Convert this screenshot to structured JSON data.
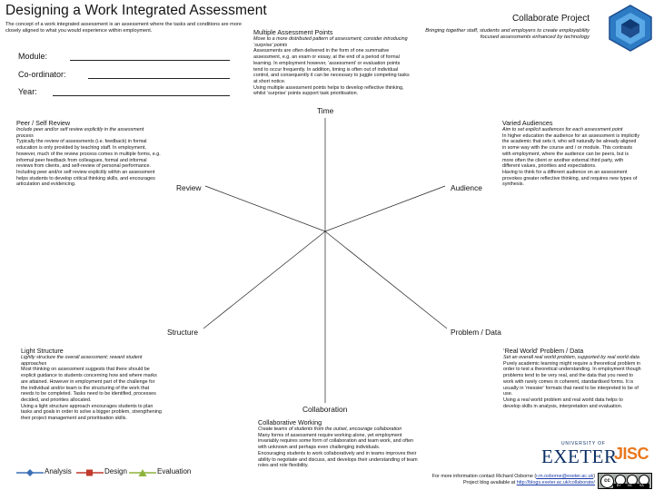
{
  "header": {
    "title": "Designing a Work Integrated Assessment",
    "intro": "The concept of a work integrated assessment is an assessment where the tasks and conditions are more closely aligned to what you would experience within employment."
  },
  "form": {
    "module_label": "Module:",
    "coordinator_label": "Co-ordinator:",
    "year_label": "Year:"
  },
  "project": {
    "title": "Collaborate Project",
    "subtitle": "Bringing together staff, students and employers to create employability focused assessments enhanced by technology"
  },
  "axes": {
    "time": "Time",
    "audience": "Audience",
    "problem_data": "Problem / Data",
    "collaboration": "Collaboration",
    "structure": "Structure",
    "review": "Review"
  },
  "boxes": {
    "multiple": {
      "title": "Multiple Assessment Points",
      "subtitle": "Move to a more distributed pattern of assessment; consider introducing ‘surprise’ points",
      "body": "Assessments are often delivered in the form of one summative assessment, e.g. an exam or essay, at the end of a period of formal learning. In employment however, ‘assessment’ or evaluation points tend to occur frequently. In addition, timing is often out of individual control, and consequently it can be necessary to juggle competing tasks at short notice.\nUsing multiple assessment points helps to develop reflective thinking, whilst ‘surprise’ points support task prioritisation."
    },
    "peer": {
      "title": "Peer / Self Review",
      "subtitle": "Include peer and/or self review explicitly in the assessment process",
      "body": "Typically the review of assessments (i.e. feedback) in formal education is only provided by teaching staff. In employment, however, much of the review process comes in multiple forms, e.g. informal peer feedback from colleagues, formal and informal reviews from clients, and self-review of personal performance.\nIncluding peer and/or self review explicitly within an assessment helps students to develop critical thinking skills, and encourages articulation and evidencing."
    },
    "varied": {
      "title": "Varied Audiences",
      "subtitle": "Aim to set explicit audiences for each assessment point",
      "body": "In higher education the audience for an assessment is implicitly the academic that sets it, who will naturally be already aligned in some way with the course and / or module. This contrasts with employment, where the audience can be peers, but is more often the client or another external third party, with different values, priorities and expectations.\nHaving to think for a different audience on an assessment provokes greater reflective thinking, and requires new types of synthesis."
    },
    "light": {
      "title": "Light Structure",
      "subtitle": "Lightly structure the overall assessment; reward student approaches",
      "body": "Most thinking on assessment suggests that there should be explicit guidance to students concerning how and where marks are attained. However in employment part of the challenge for the individual and/or team is the structuring of the work that needs to be completed. Tasks need to be identified, processes decided, and priorities allocated.\nUsing a light structure approach encourages students to plan tasks and goals in order to solve a bigger problem, strengthening their project management and prioritisation skills."
    },
    "realworld": {
      "title": "‘Real World’ Problem / Data",
      "subtitle": "Set an overall real world problem, supported by real world data",
      "body": "Purely academic learning might require a theoretical problem in order to test a theoretical understanding. In employment though problems tend to be very real, and the data that you need to work with rarely comes in coherent, standardised forms. It is usually in ‘messier’ formats that need to be interpreted to be of use.\nUsing a real world problem and real world data helps to develop skills in analysis, interpretation and evaluation."
    },
    "collab": {
      "title": "Collaborative Working",
      "subtitle": "Create teams of students from the outset, encourage collaboration",
      "body": "Many forms of assessment require working alone, yet employment invariably requires some form of collaboration and team work, and often with unknown and perhaps even challenging individuals.\nEncouraging students to work collaboratively and in teams improves their ability to negotiate and discuss, and develops their understanding of team roles and role flexibility."
    }
  },
  "legend": {
    "items": [
      {
        "label": "Analysis",
        "color": "#3a6fb5"
      },
      {
        "label": "Design",
        "color": "#c0392b"
      },
      {
        "label": "Evaluation",
        "color": "#8db33a"
      }
    ]
  },
  "logos": {
    "university_of": "UNIVERSITY OF",
    "exeter": "EXETER",
    "jisc": "JISC"
  },
  "contact": {
    "line1_prefix": "For more information contact Richard Osborne (",
    "email": "r.m.osborne@exeter.ac.uk",
    "line1_suffix": ")",
    "line2_prefix": "Project blog available at ",
    "blog": "http://blogs.exeter.ac.uk/collaborate/"
  },
  "license": {
    "cc": "cc",
    "by": "BY",
    "nc": "NC",
    "sa": "SA"
  },
  "colors": {
    "hex_dark": "#1f4f8f",
    "hex_mid": "#2d7bc4",
    "hex_light": "#5aa8e6",
    "exeter_blue": "#0b2f64",
    "jisc_orange": "#e8781e"
  }
}
